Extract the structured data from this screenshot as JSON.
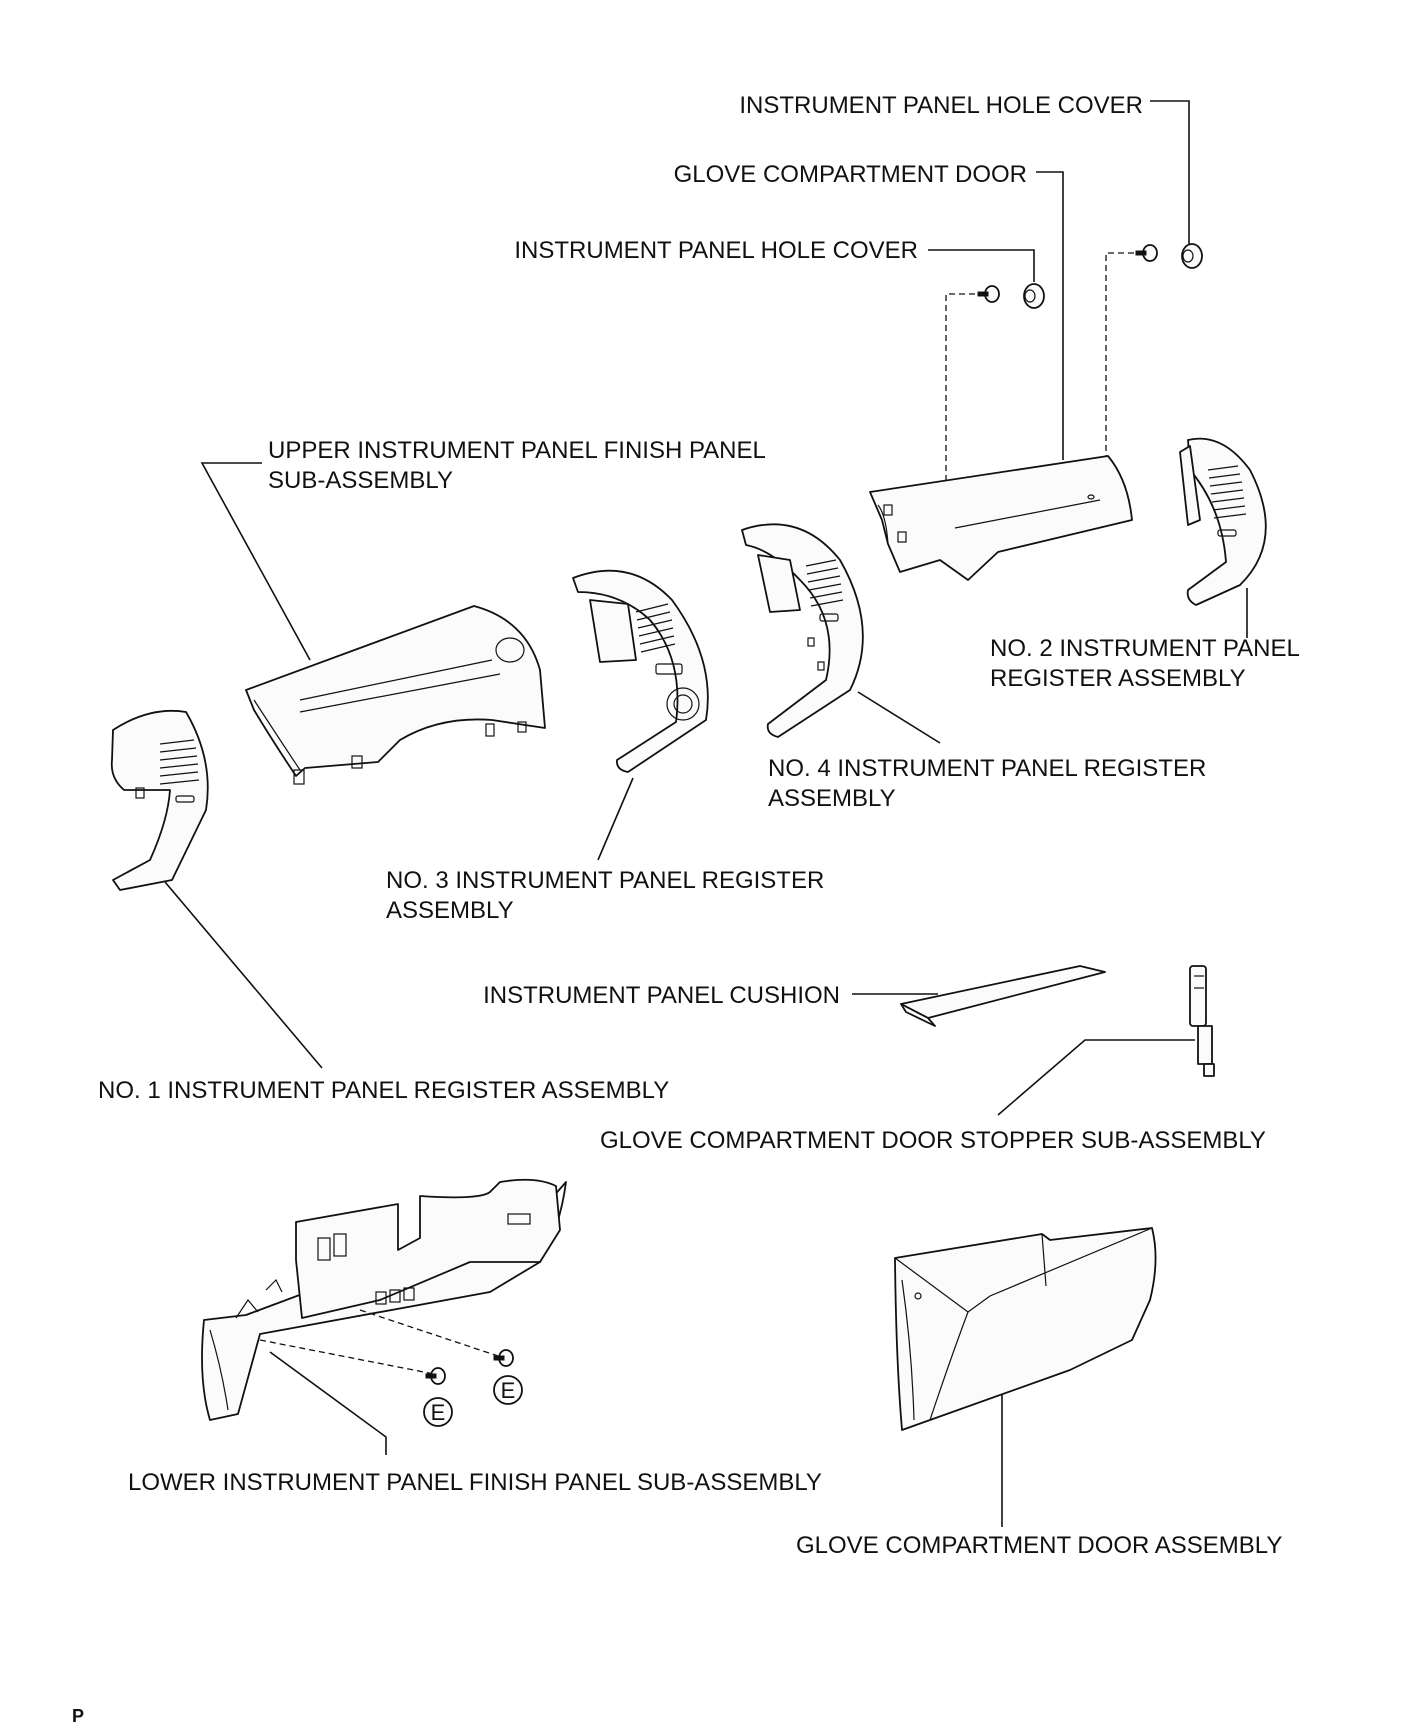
{
  "labels": {
    "hole_cover_top": "INSTRUMENT PANEL HOLE COVER",
    "glove_door": "GLOVE COMPARTMENT DOOR",
    "hole_cover_mid": "INSTRUMENT PANEL HOLE COVER",
    "upper_finish_1": "UPPER INSTRUMENT PANEL FINISH PANEL",
    "upper_finish_2": "SUB-ASSEMBLY",
    "no2_1": "NO. 2 INSTRUMENT PANEL",
    "no2_2": "REGISTER ASSEMBLY",
    "no4_1": "NO. 4 INSTRUMENT PANEL REGISTER",
    "no4_2": "ASSEMBLY",
    "no3_1": "NO. 3 INSTRUMENT PANEL REGISTER",
    "no3_2": "ASSEMBLY",
    "cushion": "INSTRUMENT PANEL CUSHION",
    "no1": "NO. 1 INSTRUMENT PANEL REGISTER ASSEMBLY",
    "stopper": "GLOVE COMPARTMENT DOOR STOPPER SUB-ASSEMBLY",
    "lower_finish": "LOWER INSTRUMENT PANEL FINISH PANEL SUB-ASSEMBLY",
    "glove_door_assy": "GLOVE COMPARTMENT DOOR ASSEMBLY"
  },
  "callouts": {
    "clip_code_1": "E",
    "clip_code_2": "E"
  },
  "page_mark": "P"
}
